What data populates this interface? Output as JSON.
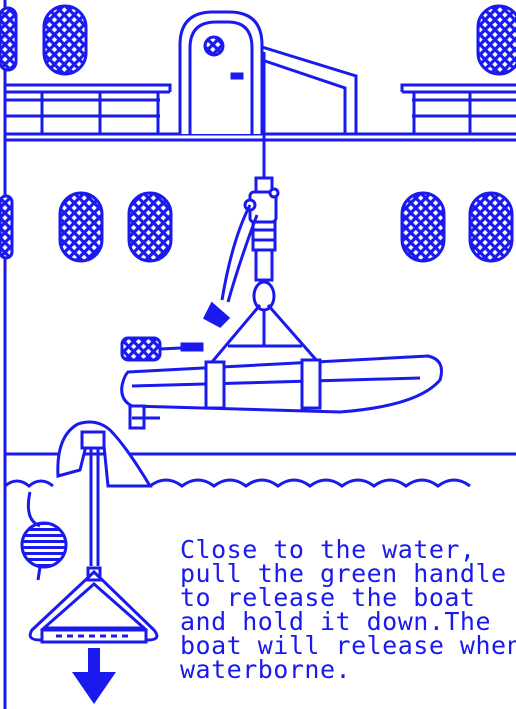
{
  "instructions": {
    "lines": [
      "Close to the water,",
      "pull the green handle",
      "to release the boat",
      "and hold it down.The",
      "boat will release when",
      "waterborne."
    ]
  },
  "colors": {
    "ink": "#1a1aee",
    "background": "#ffffff"
  }
}
